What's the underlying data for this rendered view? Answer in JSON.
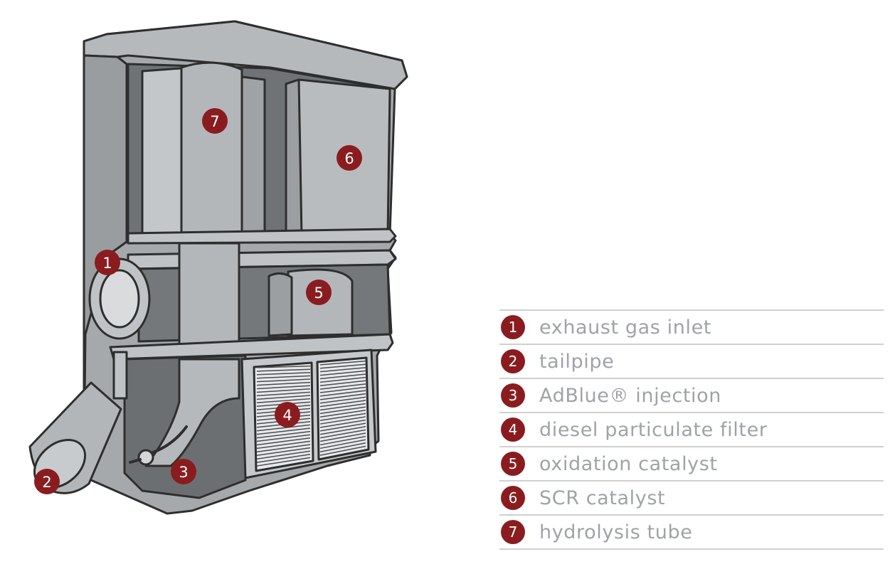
{
  "colors": {
    "badge": "#8a1c1f",
    "badge_text": "#ffffff",
    "legend_text": "#9fa3a7",
    "divider": "#d0d0d0",
    "outline": "#2e2e2e",
    "housing": "#a4a7aa"
  },
  "markers": [
    {
      "num": "1"
    },
    {
      "num": "2"
    },
    {
      "num": "3"
    },
    {
      "num": "4"
    },
    {
      "num": "5"
    },
    {
      "num": "6"
    },
    {
      "num": "7"
    }
  ],
  "legend": [
    {
      "num": "1",
      "label": "exhaust gas inlet"
    },
    {
      "num": "2",
      "label": "tailpipe"
    },
    {
      "num": "3",
      "label": "AdBlue® injection"
    },
    {
      "num": "4",
      "label": "diesel particulate filter"
    },
    {
      "num": "5",
      "label": "oxidation catalyst"
    },
    {
      "num": "6",
      "label": "SCR catalyst"
    },
    {
      "num": "7",
      "label": "hydrolysis tube"
    }
  ]
}
